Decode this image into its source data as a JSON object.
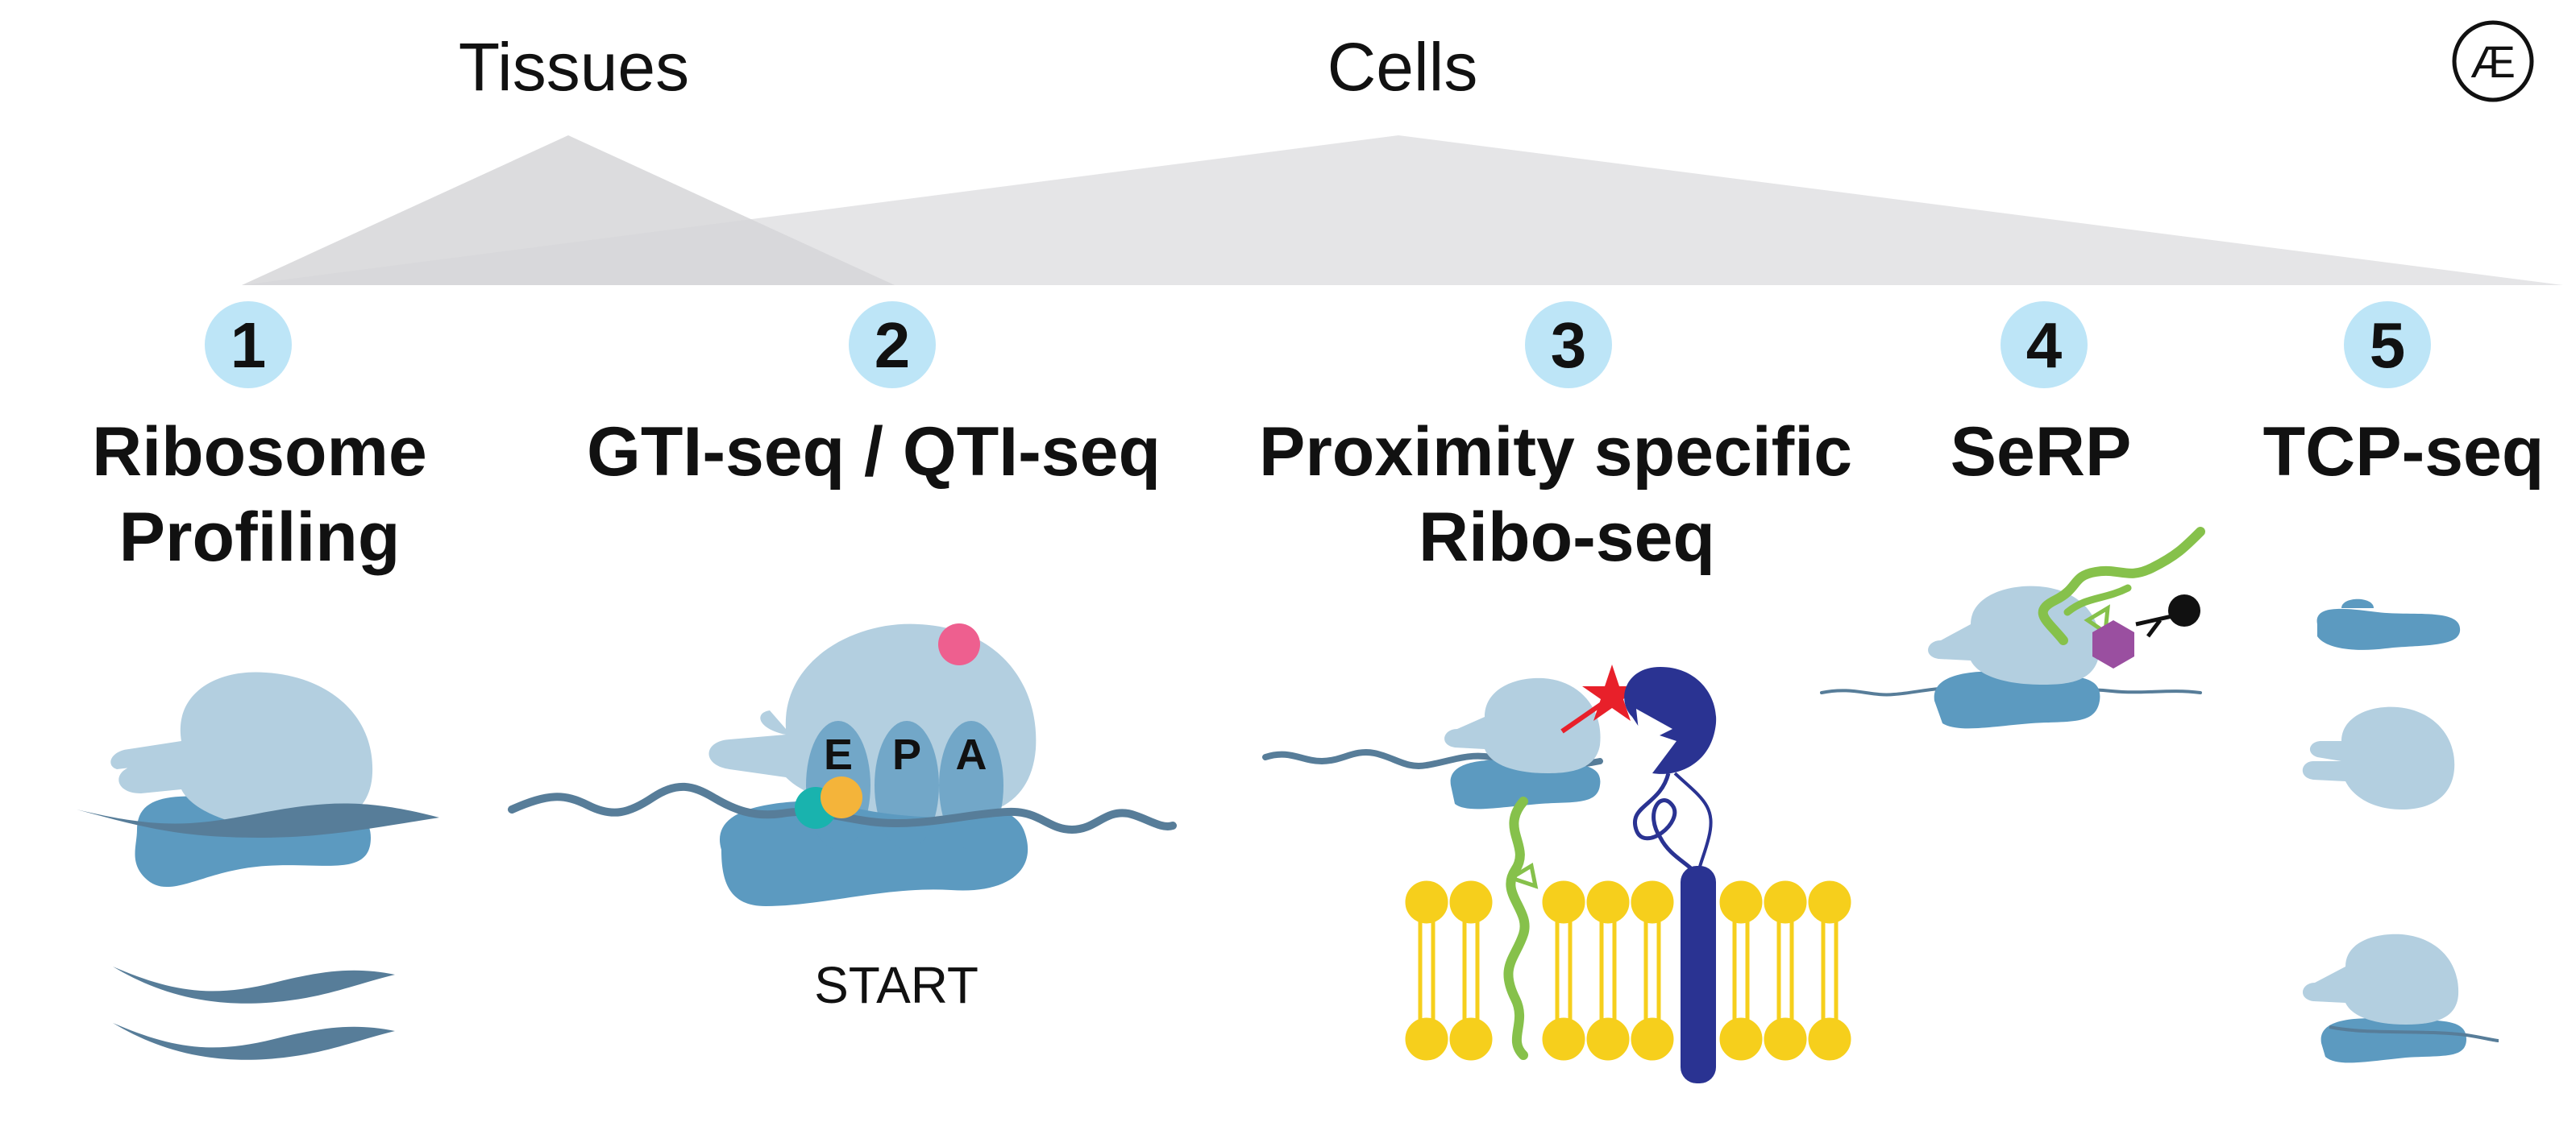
{
  "header": {
    "tissues_label": "Tissues",
    "cells_label": "Cells"
  },
  "logo": {
    "text": "Æ"
  },
  "methods": [
    {
      "number": "1",
      "title_line1": "Ribosome",
      "title_line2": "Profiling"
    },
    {
      "number": "2",
      "title_line1": "GTI-seq / QTI-seq",
      "title_line2": ""
    },
    {
      "number": "3",
      "title_line1": "Proximity specific",
      "title_line2": "Ribo-seq"
    },
    {
      "number": "4",
      "title_line1": "SeRP",
      "title_line2": ""
    },
    {
      "number": "5",
      "title_line1": "TCP-seq",
      "title_line2": ""
    }
  ],
  "ribosome_sites": {
    "e": "E",
    "p": "P",
    "a": "A"
  },
  "start_label": "START",
  "colors": {
    "ribosome_small": "#b3cfe0",
    "ribosome_large": "#5c9ac0",
    "mrna": "#577d99",
    "badge": "#bde5f7",
    "membrane": "#f6cf1c",
    "chaperone": "#2a3392",
    "nascent_chain": "#86c14b",
    "star": "#e8202a",
    "pink_dot": "#ee5f8f",
    "teal_dot": "#19b3ae",
    "orange_dot": "#f4b43a",
    "hexagon": "#9a4fa0",
    "triangle_gray": "#dcdcde"
  }
}
